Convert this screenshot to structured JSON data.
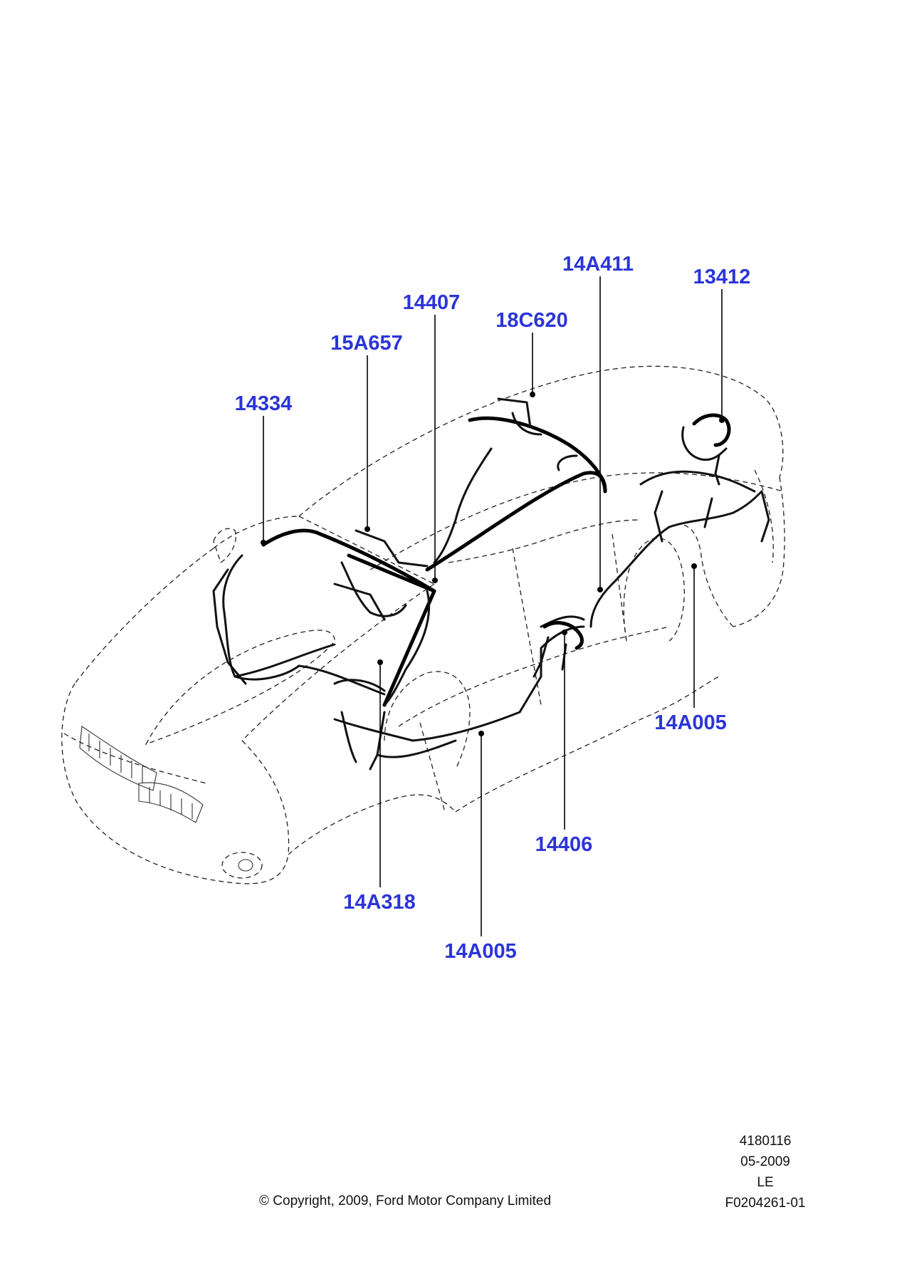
{
  "callouts": [
    {
      "id": "c1",
      "label": "14A411"
    },
    {
      "id": "c2",
      "label": "13412"
    },
    {
      "id": "c3",
      "label": "14407"
    },
    {
      "id": "c4",
      "label": "18C620"
    },
    {
      "id": "c5",
      "label": "15A657"
    },
    {
      "id": "c6",
      "label": "14334"
    },
    {
      "id": "c7",
      "label": "14A005"
    },
    {
      "id": "c8",
      "label": "14406"
    },
    {
      "id": "c9",
      "label": "14A318"
    },
    {
      "id": "c10",
      "label": "14A005"
    }
  ],
  "meta": {
    "part_number": "4180116",
    "date": "05-2009",
    "code": "LE",
    "figure_id": "F0204261-01"
  },
  "copyright": "© Copyright, 2009, Ford Motor Company Limited",
  "colors": {
    "callout": "#2b35d8",
    "line": "#000000"
  }
}
